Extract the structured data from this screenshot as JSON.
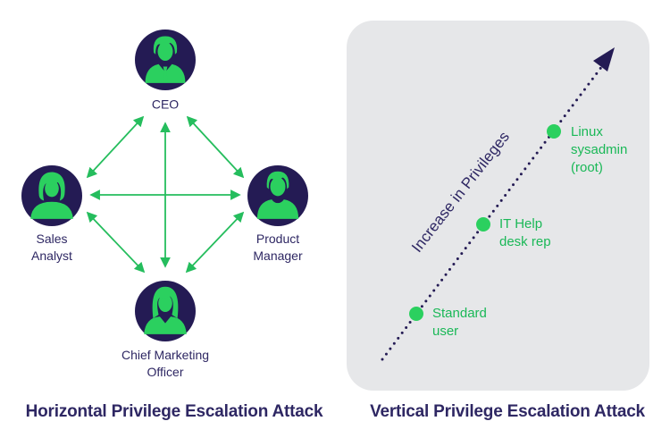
{
  "left": {
    "caption": "Horizontal Privilege Escalation Attack",
    "nodes": [
      {
        "id": "ceo",
        "label": "CEO"
      },
      {
        "id": "sales-analyst",
        "label": "Sales\nAnalyst"
      },
      {
        "id": "product-manager",
        "label": "Product\nManager"
      },
      {
        "id": "chief-marketing-officer",
        "label": "Chief Marketing\nOfficer"
      }
    ],
    "connections": "all nodes connected with bidirectional arrows"
  },
  "right": {
    "caption": "Vertical Privilege Escalation Attack",
    "arrow_label": "Increase in Privileges",
    "levels": [
      {
        "id": "standard-user",
        "label": "Standard\nuser"
      },
      {
        "id": "it-help-desk-rep",
        "label": "IT Help\ndesk rep"
      },
      {
        "id": "linux-sysadmin-root",
        "label": "Linux\nsysadmin\n(root)"
      }
    ]
  },
  "colors": {
    "navy": "#241b54",
    "text-navy": "#2e2763",
    "green": "#2bd05f",
    "arrow-green": "#25bd5d",
    "text-green": "#1ab857",
    "panel-gray": "#e6e7e9",
    "bg": "#ffffff"
  }
}
